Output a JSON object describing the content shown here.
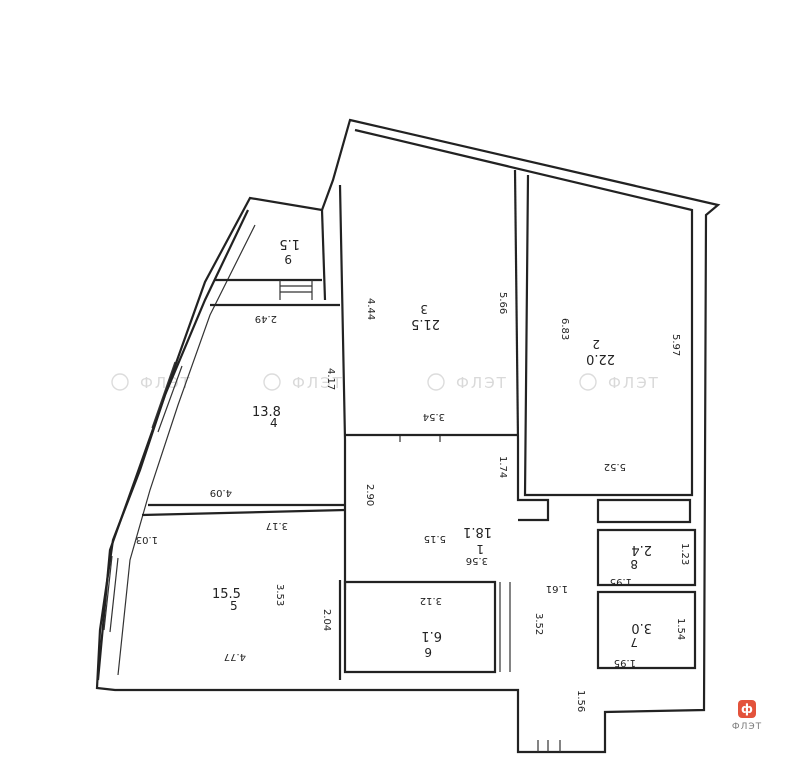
{
  "rooms": [
    {
      "num": "1",
      "area": "18.1"
    },
    {
      "num": "2",
      "area": "22.0"
    },
    {
      "num": "3",
      "area": "21.5"
    },
    {
      "num": "4",
      "area": "13.8"
    },
    {
      "num": "5",
      "area": "15.5"
    },
    {
      "num": "6",
      "area": "6.1"
    },
    {
      "num": "7",
      "area": "3.0"
    },
    {
      "num": "8",
      "area": "2.4"
    },
    {
      "num": "9",
      "area": "1.5"
    }
  ],
  "dims": {
    "d444": "4.44",
    "d566": "5.66",
    "d354": "3.54",
    "d683": "6.83",
    "d597": "5.97",
    "d552": "5.52",
    "d249": "2.49",
    "d417": "4.17",
    "d409": "4.09",
    "d290": "2.90",
    "d174": "1.74",
    "d515": "5.15",
    "d356": "3.56",
    "d161": "1.61",
    "d103": "1.03",
    "d317": "3.17",
    "d353": "3.53",
    "d204": "2.04",
    "d477": "4.77",
    "d312": "3.12",
    "d352": "3.52",
    "d156": "1.56",
    "d195a": "1.95",
    "d123": "1.23",
    "d195b": "1.95",
    "d154": "1.54"
  },
  "watermark": "ФЛЭТ",
  "logo": {
    "glyph": "ф",
    "brand": "ФЛЭТ",
    "accent": "#e3533c"
  }
}
